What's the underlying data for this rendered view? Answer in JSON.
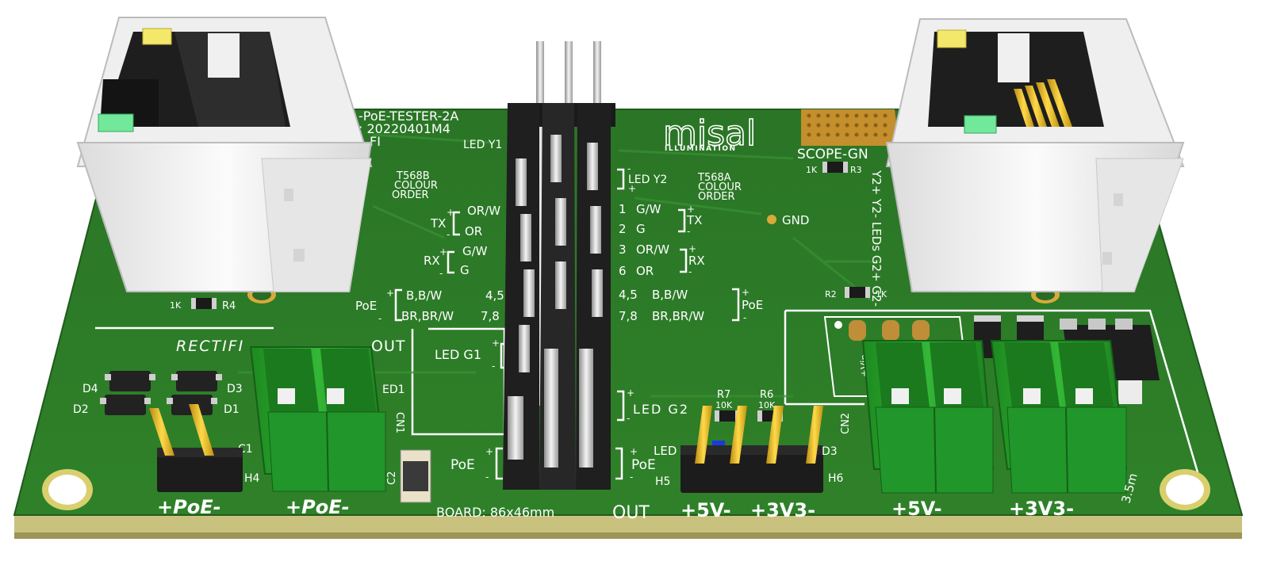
{
  "board": {
    "title_line1": "-PoE-TESTER-2A",
    "title_line2": ": 20220401M4",
    "title_line3": "L.FI",
    "size_label": "BOARD: 86x46mm",
    "scope_gnd": "SCOPE-GN",
    "gnd": "GND",
    "rectifier": "RECTIFI",
    "rectifier_out": "OUT",
    "out_label": "OUT",
    "mount_note": "3.5m"
  },
  "logo": {
    "brand": "misal",
    "tagline": "ILLUMINATION"
  },
  "t568b": {
    "heading_1": "T568B",
    "heading_2": "COLOUR",
    "heading_3": "ORDER",
    "tx": "TX",
    "rx": "RX",
    "poe": "PoE",
    "rows": [
      {
        "name": "OR/W",
        "pin": "1"
      },
      {
        "name": "OR",
        "pin": "2"
      },
      {
        "name": "G/W",
        "pin": "3"
      },
      {
        "name": "G",
        "pin": "6"
      },
      {
        "name": "B,B/W",
        "pin": "4,5"
      },
      {
        "name": "BR,BR/W",
        "pin": "7,8"
      }
    ]
  },
  "t568a": {
    "heading_1": "T568A",
    "heading_2": "COLOUR",
    "heading_3": "ORDER",
    "tx": "TX",
    "rx": "RX",
    "poe": "PoE",
    "rows": [
      {
        "pin": "1",
        "name": "G/W"
      },
      {
        "pin": "2",
        "name": "G"
      },
      {
        "pin": "3",
        "name": "OR/W"
      },
      {
        "pin": "6",
        "name": "OR"
      },
      {
        "pin": "4,5",
        "name": "B,B/W"
      },
      {
        "pin": "7,8",
        "name": "BR,BR/W"
      }
    ]
  },
  "leds": {
    "y1": "LED Y1",
    "y2": "LED Y2",
    "g1": "LED G1",
    "g2": "LED G2",
    "side": "Y2+ Y2- LEDs G2+ G2-",
    "led_partial": "LED",
    "ed1": "ED1"
  },
  "resistors": {
    "r1": "1K",
    "r2": "R2",
    "r3": "R3",
    "r3_val": "1K",
    "r4": "R4",
    "r4_val": "1K",
    "r6": "R6",
    "r6_val": "10K",
    "r7": "R7",
    "r7_val": "10K"
  },
  "refdes": {
    "d1": "D1",
    "d2": "D2",
    "d3": "D3",
    "d4": "D4",
    "c1": "C1",
    "c2": "C2",
    "h4": "H4",
    "h5": "H5",
    "h6": "H6",
    "cn1": "CN1",
    "cn2": "CN2",
    "d3_right": "D3",
    "vin": "+Vin"
  },
  "bottom_labels": {
    "poe_pins": "+PoE-",
    "poe_term": "+PoE-",
    "poe_out": "PoE",
    "v5_pins": "+5V-",
    "v33_pins": "+3V3-",
    "v5_term": "+5V-",
    "v33_term": "+3V3-"
  },
  "polarity": {
    "plus": "+",
    "minus": "-"
  },
  "colors": {
    "pcb": "#2f7d2a",
    "pcb_dark": "#256322",
    "edge": "#cfc98a",
    "terminal": "#27a42a",
    "jack": "#f2f2f2",
    "header": "#1b1b1b",
    "pin_gold": "#e8b820",
    "led_yellow": "#f3e86a",
    "led_green": "#6ee890"
  }
}
